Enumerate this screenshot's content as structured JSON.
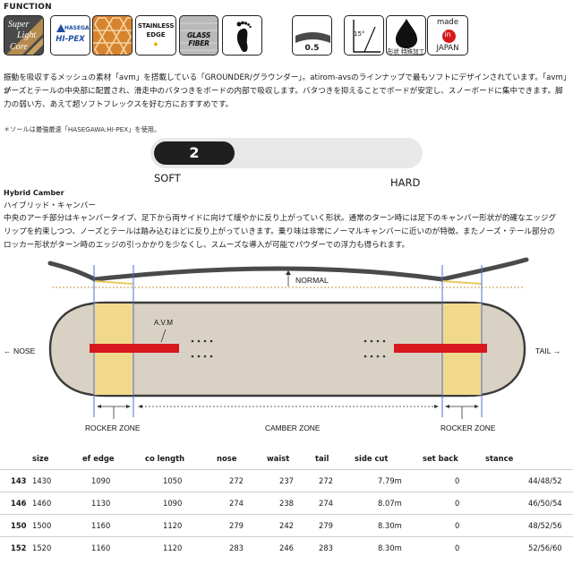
{
  "section_heading": "FUNCTION",
  "badges": {
    "super_light_core": [
      "Super",
      "Light",
      "Core"
    ],
    "hasegawa_brand": "HASEGAWA",
    "hasegawa_model": "HI-PEX",
    "stainless_edge": [
      "STAINLESS",
      "EDGE"
    ],
    "glass_fiber": "GLASS FIBER",
    "thickness": "0.5",
    "angle": "15°",
    "shaping": "形状 特殊加工",
    "made_in": [
      "made",
      "in",
      "JAPAN"
    ]
  },
  "description": [
    "振動を吸収するメッシュの素材「avm」を搭載している「GROUNDER/グラウンダー」。atirom-avsのラインナップで最もソフトにデザインされています。「avm」が",
    "ノーズとテールの中央部に配置され、滑走中のバタつきをボードの内部で吸収します。バタつきを抑えることでボードが安定し、スノーボードに集中できます。脚",
    "力の弱い方、あえて超ソフトフレックスを好む方におすすめです。"
  ],
  "note": "＊ソールは最強最速「HASEGAWA:HI-PEX」を使用。",
  "flex": {
    "value": "2",
    "soft_label": "SOFT",
    "hard_label": "HARD"
  },
  "camber": {
    "title": "Hybrid Camber",
    "subtitle": "ハイブリッド・キャンバー",
    "text": [
      "中央のアーチ部分はキャンバータイプ、足下から両サイドに向けて緩やかに反り上がっていく形状。通常のターン時には足下のキャンバー形状が的確なエッジグ",
      "リップを約束しつつ、ノーズとテールは踏み込むほどに反り上がっていきます。乗り味は非常にノーマルキャンバーに近いのが特徴。またノーズ・テール部分の",
      "ロッカー形状がターン時のエッジの引っかかりを少なくし、スムーズな導入が可能でパウダーでの浮力も得られます。"
    ]
  },
  "diagram": {
    "normal_label": "NORMAL",
    "avm_label": "A.V.M",
    "nose_label": "← NOSE",
    "tail_label": "TAIL →",
    "rocker_left": "ROCKER ZONE",
    "camber_zone": "CAMBER ZONE",
    "rocker_right": "ROCKER ZONE",
    "colors": {
      "board": "#d9d2c4",
      "rocker": "#f0d98a",
      "avm": "#d6191f",
      "profile": "#4a4a4a"
    }
  },
  "table": {
    "headers": [
      "size",
      "ef edge",
      "co length",
      "nose",
      "waist",
      "tail",
      "side cut",
      "set back",
      "stance"
    ],
    "rows": [
      [
        "143",
        "1430",
        "1090",
        "1050",
        "272",
        "237",
        "272",
        "7.79m",
        "0",
        "44/48/52"
      ],
      [
        "146",
        "1460",
        "1130",
        "1090",
        "274",
        "238",
        "274",
        "8.07m",
        "0",
        "46/50/54"
      ],
      [
        "150",
        "1500",
        "1160",
        "1120",
        "279",
        "242",
        "279",
        "8.30m",
        "0",
        "48/52/56"
      ],
      [
        "152",
        "1520",
        "1160",
        "1120",
        "283",
        "246",
        "283",
        "8.30m",
        "0",
        "52/56/60"
      ]
    ]
  }
}
